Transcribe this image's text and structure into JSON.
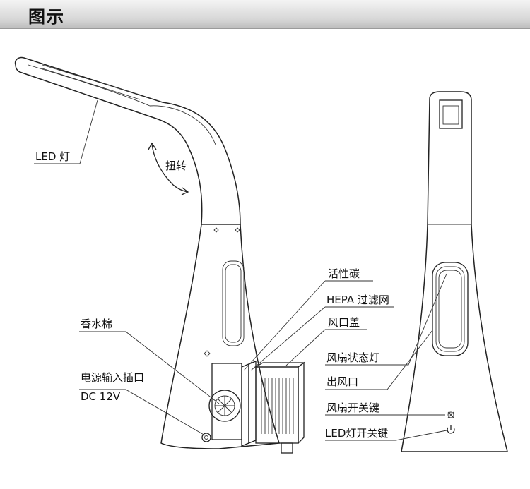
{
  "header": {
    "title": "图示"
  },
  "labels": {
    "led": "LED 灯",
    "rotate": "扭转",
    "carbon": "活性碳",
    "hepa": "HEPA 过滤网",
    "vent_cover": "风口盖",
    "fragrance": "香水棉",
    "power_input": "电源输入插口",
    "dc": "DC 12V",
    "fan_status": "风扇状态灯",
    "outlet": "出风口",
    "fan_switch": "风扇开关键",
    "led_switch": "LED灯开关键"
  }
}
